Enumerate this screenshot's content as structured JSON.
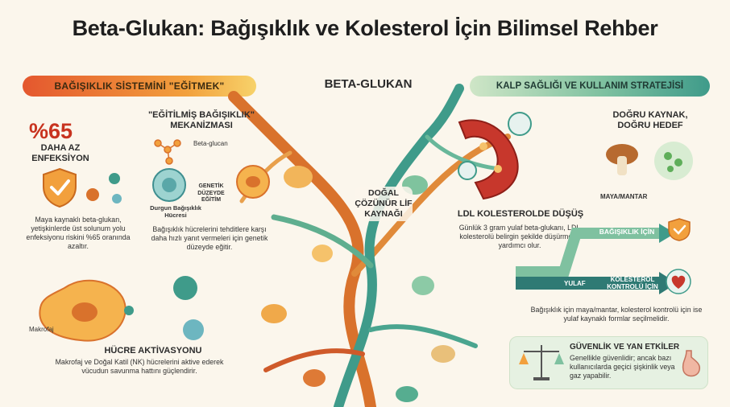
{
  "title": "Beta-Glukan: Bağışıklık ve Kolesterol İçin Bilimsel Rehber",
  "left_banner": "BAĞIŞIKLIK SİSTEMİNİ \"EĞİTMEK\"",
  "center_banner": "BETA-GLUKAN",
  "right_banner": "KALP SAĞLIĞI VE KULLANIM STRATEJİSİ",
  "infection": {
    "stat": "%65",
    "stat_label": "DAHA AZ ENFEKSİYON",
    "text": "Maya kaynaklı beta-glukan, yetişkinlerde üst solunum yolu enfeksiyonu riskini %65 oranında azaltır."
  },
  "trained_immunity": {
    "heading": "\"EĞİTİLMİŞ BAĞIŞIKLIK\" MEKANİZMASI",
    "molecule_label": "Beta-glucan",
    "dormant_label": "Durgun Bağışıklık Hücresi",
    "genetic_label": "GENETİK DÜZEYDE EĞİTİM",
    "text": "Bağışıklık hücrelerini tehditlere karşı daha hızlı yanıt vermeleri için genetik düzeyde eğitir."
  },
  "cell_activation": {
    "macrophage_label": "Makrofaj",
    "heading": "HÜCRE AKTİVASYONU",
    "text": "Makrofaj ve Doğal Katil (NK) hücrelerini aktive ederek vücudun savunma hattını güçlendirir."
  },
  "center": {
    "fiber_label": "DOĞAL ÇÖZÜNÜR LİF KAYNAĞI"
  },
  "ldl": {
    "heading": "LDL KOLESTEROLDE DÜŞÜŞ",
    "text": "Günlük 3 gram yulaf beta-glukanı, LDL kolesterolü belirgin şekilde düşürmeye yardımcı olur."
  },
  "source": {
    "heading": "DOĞRU KAYNAK, DOĞRU HEDEF",
    "yeast_label": "MAYA/MANTAR",
    "immune_tag": "BAĞIŞIKLIK İÇİN",
    "oat_label": "YULAF",
    "chol_tag": "KOLESTEROL KONTROLÜ İÇİN",
    "text": "Bağışıklık için maya/mantar, kolesterol kontrolü için ise yulaf kaynaklı formlar seçilmelidir."
  },
  "safety": {
    "heading": "GÜVENLİK VE YAN ETKİLER",
    "text": "Genellikle güvenlidir; ancak bazı kullanıcılarda geçici şişkinlik veya gaz yapabilir."
  },
  "colors": {
    "orange": "#e4572e",
    "teal": "#3f9b8a",
    "green": "#7fc1a0"
  }
}
